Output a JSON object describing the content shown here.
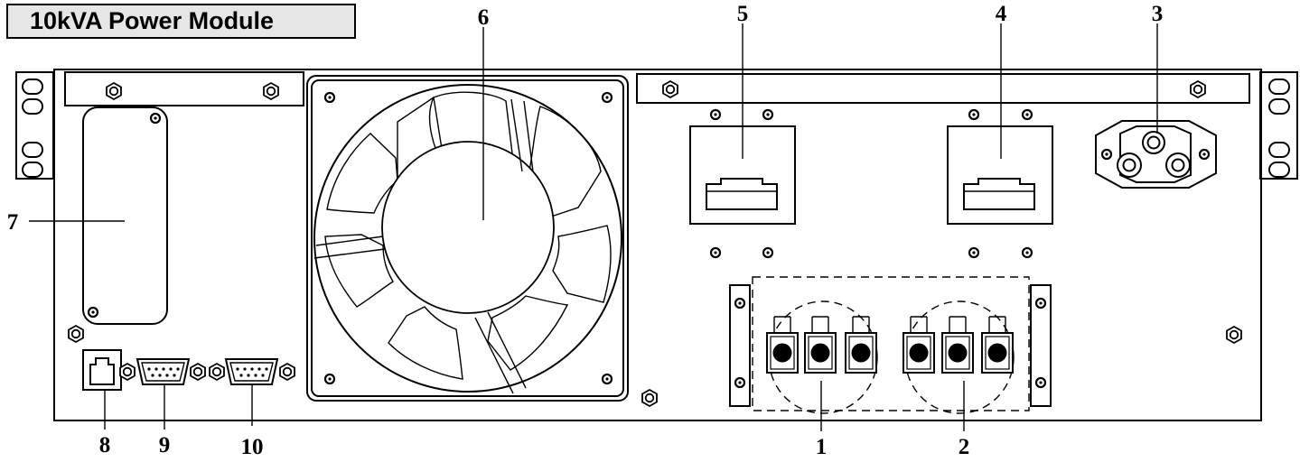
{
  "title": "10kVA Power Module",
  "callouts": {
    "c1": "1",
    "c2": "2",
    "c3": "3",
    "c4": "4",
    "c5": "5",
    "c6": "6",
    "c7": "7",
    "c8": "8",
    "c9": "9",
    "c10": "10"
  },
  "colors": {
    "line": "#000000",
    "background": "#ffffff",
    "title_fill": "#e6e6e6"
  }
}
